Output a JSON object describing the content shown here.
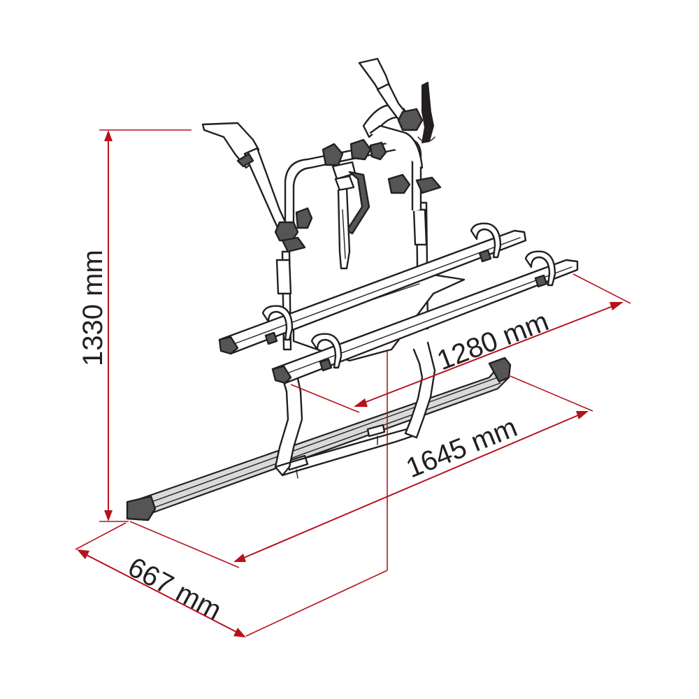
{
  "dimensions": {
    "height": "1330 mm",
    "inner_width": "1280 mm",
    "outer_width": "1645 mm",
    "depth": "667 mm"
  },
  "colors": {
    "dimension_line": "#b5121b",
    "outline": "#231f20",
    "background": "#ffffff",
    "dark_part": "#555555",
    "light_part": "#d9d9d9"
  }
}
